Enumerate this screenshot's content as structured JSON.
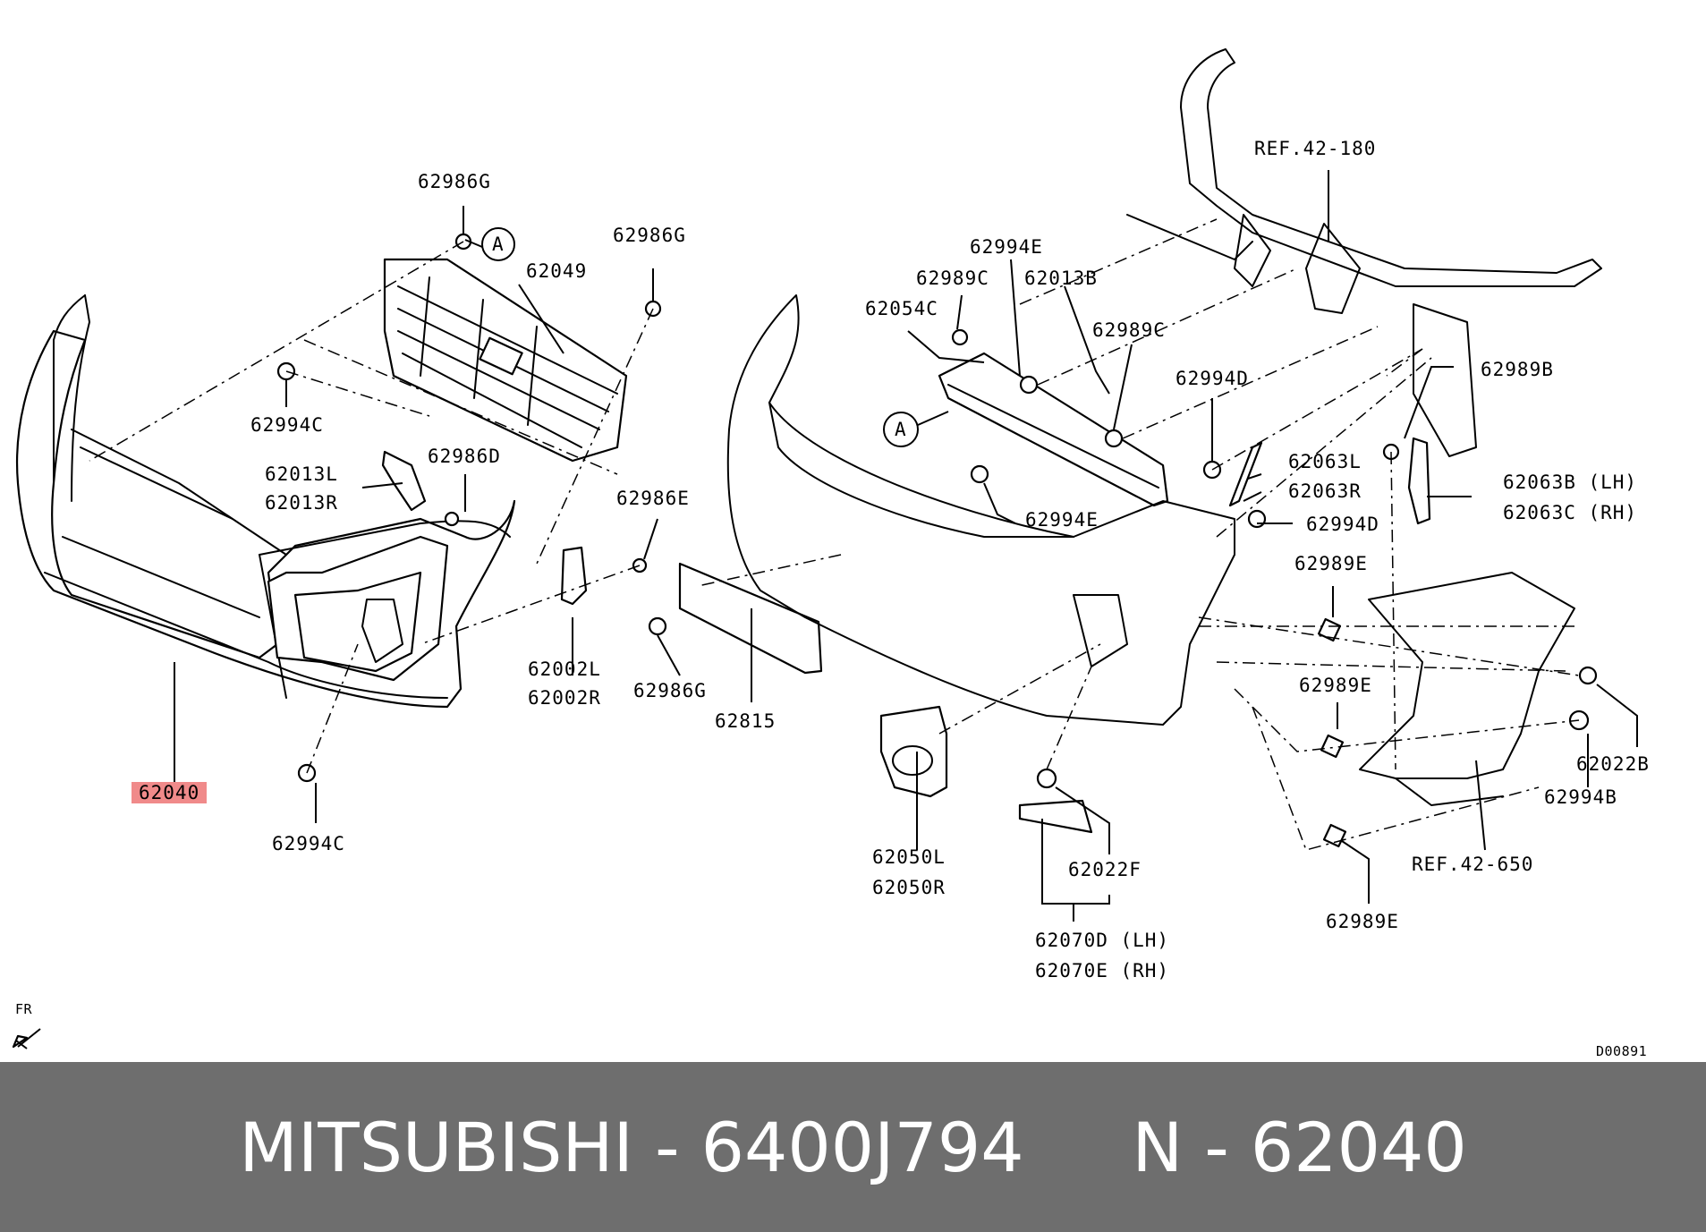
{
  "diagram": {
    "callout_letter": "A",
    "fr_label": "FR",
    "drawing_code": "D00891",
    "labels": [
      {
        "id": "62986G-a",
        "text": "62986G"
      },
      {
        "id": "62986G-b",
        "text": "62986G"
      },
      {
        "id": "62049",
        "text": "62049"
      },
      {
        "id": "62994C-a",
        "text": "62994C"
      },
      {
        "id": "62013L",
        "text": "62013L"
      },
      {
        "id": "62013R",
        "text": "62013R"
      },
      {
        "id": "62986D",
        "text": "62986D"
      },
      {
        "id": "62986E",
        "text": "62986E"
      },
      {
        "id": "62002L",
        "text": "62002L"
      },
      {
        "id": "62002R",
        "text": "62002R"
      },
      {
        "id": "62986G-c",
        "text": "62986G"
      },
      {
        "id": "62815",
        "text": "62815"
      },
      {
        "id": "62040",
        "text": "62040"
      },
      {
        "id": "62994C-b",
        "text": "62994C"
      },
      {
        "id": "REF42-180",
        "text": "REF.42-180"
      },
      {
        "id": "62994E-a",
        "text": "62994E"
      },
      {
        "id": "62989C-a",
        "text": "62989C"
      },
      {
        "id": "62013B",
        "text": "62013B"
      },
      {
        "id": "62054C",
        "text": "62054C"
      },
      {
        "id": "62989C-b",
        "text": "62989C"
      },
      {
        "id": "62994D-a",
        "text": "62994D"
      },
      {
        "id": "62989B",
        "text": "62989B"
      },
      {
        "id": "62063L",
        "text": "62063L"
      },
      {
        "id": "62063R",
        "text": "62063R"
      },
      {
        "id": "62063B",
        "text": "62063B (LH)"
      },
      {
        "id": "62063C",
        "text": "62063C (RH)"
      },
      {
        "id": "62994E-b",
        "text": "62994E"
      },
      {
        "id": "62994D-b",
        "text": "62994D"
      },
      {
        "id": "62989E-a",
        "text": "62989E"
      },
      {
        "id": "62989E-b",
        "text": "62989E"
      },
      {
        "id": "62022B",
        "text": "62022B"
      },
      {
        "id": "62994B",
        "text": "62994B"
      },
      {
        "id": "REF42-650",
        "text": "REF.42-650"
      },
      {
        "id": "62989E-c",
        "text": "62989E"
      },
      {
        "id": "62050L",
        "text": "62050L"
      },
      {
        "id": "62050R",
        "text": "62050R"
      },
      {
        "id": "62022F",
        "text": "62022F"
      },
      {
        "id": "62070D",
        "text": "62070D (LH)"
      },
      {
        "id": "62070E",
        "text": "62070E (RH)"
      }
    ]
  },
  "footer": {
    "text": "MITSUBISHI - 6400J794     N - 62040"
  },
  "colors": {
    "highlight": "#f08a8a",
    "footer_bg": "#6e6e6e",
    "footer_text": "#ffffff"
  }
}
